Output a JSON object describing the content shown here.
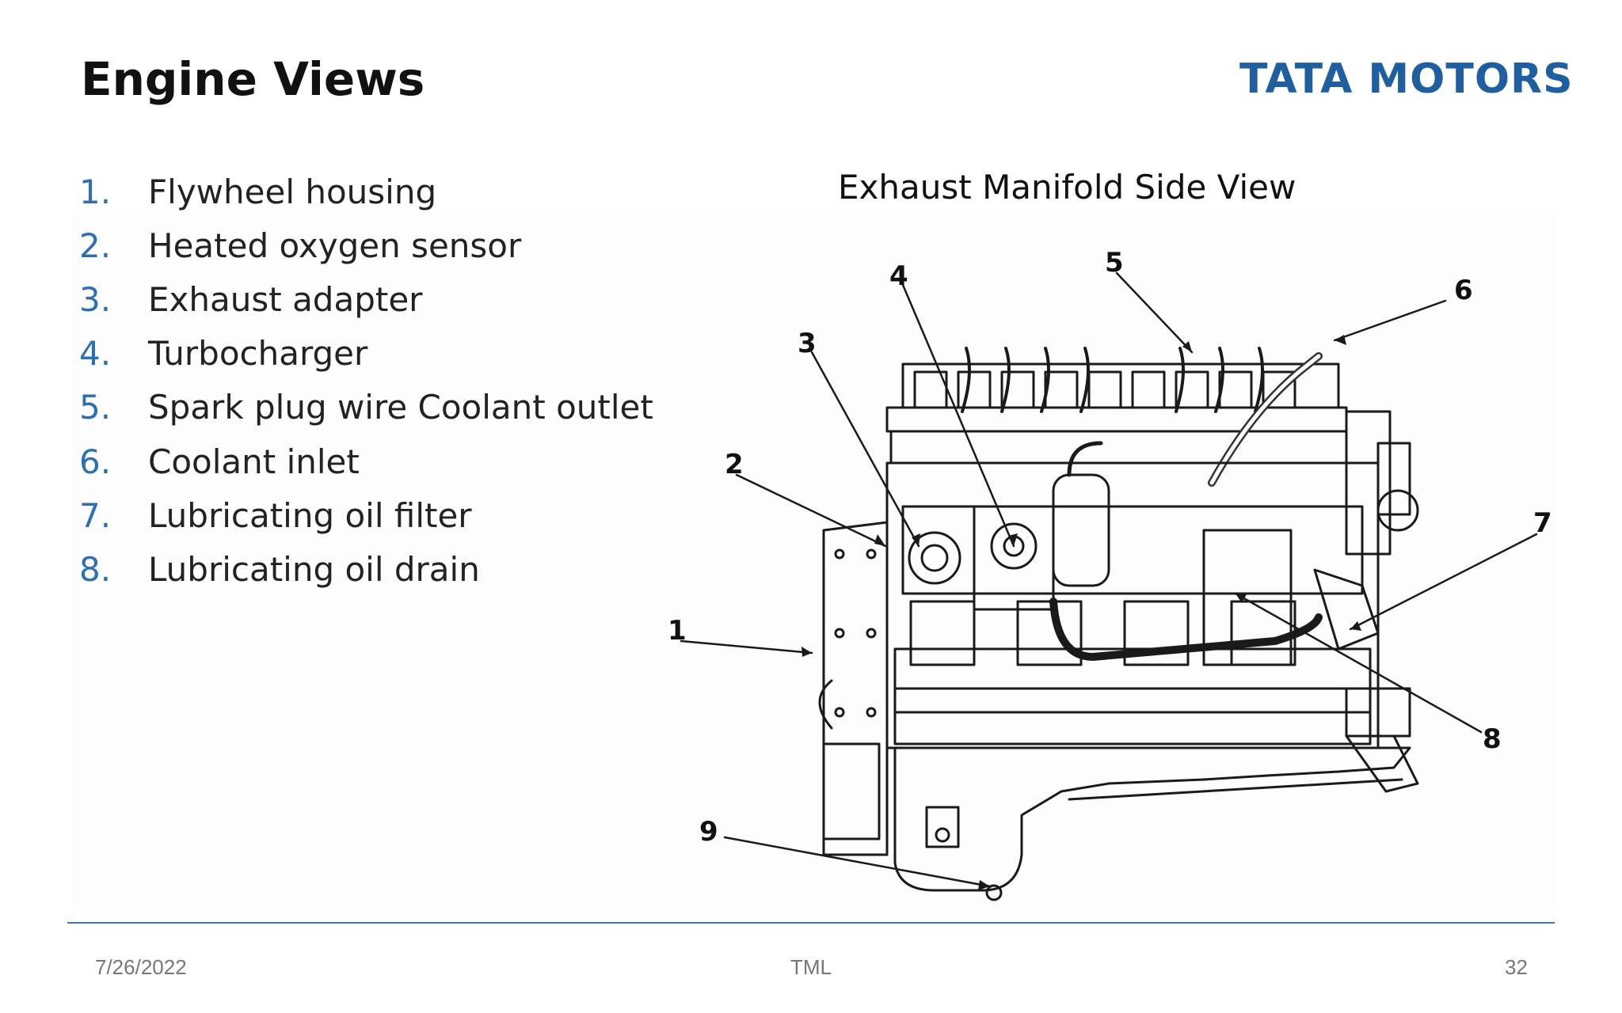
{
  "slide": {
    "title": "Engine Views",
    "logo_text": "TATA MOTORS",
    "caption": "Exhaust Manifold Side View",
    "accent_color": "#2c6fb5",
    "brand_color": "#1f5fa0"
  },
  "parts_list": [
    {
      "num": "1.",
      "label": "Flywheel housing"
    },
    {
      "num": "2.",
      "label": "Heated oxygen sensor"
    },
    {
      "num": "3.",
      "label": "Exhaust adapter"
    },
    {
      "num": "4.",
      "label": "Turbocharger"
    },
    {
      "num": "5.",
      "label": "Spark plug wire Coolant outlet"
    },
    {
      "num": "6.",
      "label": "Coolant inlet"
    },
    {
      "num": "7.",
      "label": "Lubricating oil filter"
    },
    {
      "num": "8.",
      "label": "Lubricating oil drain"
    }
  ],
  "callouts": [
    "1",
    "2",
    "3",
    "4",
    "5",
    "6",
    "7",
    "8",
    "9"
  ],
  "footer": {
    "date": "7/26/2022",
    "center": "TML",
    "page": "32"
  }
}
